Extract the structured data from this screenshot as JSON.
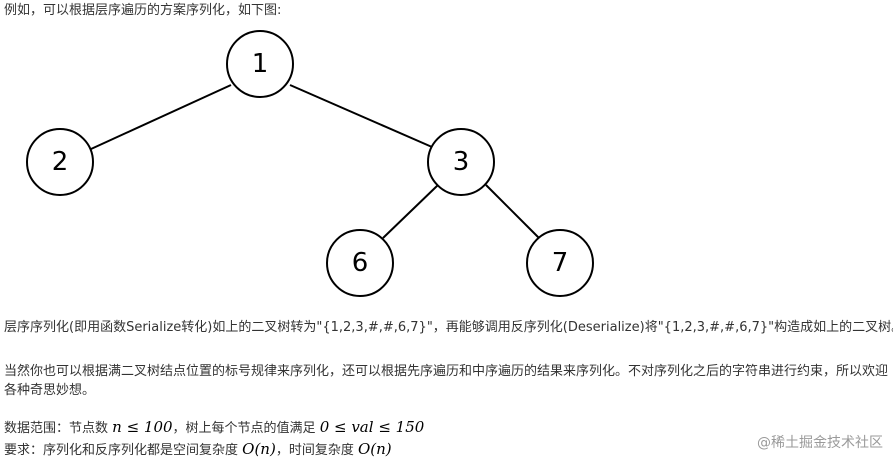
{
  "intro": "例如，可以根据层序遍历的方案序列化，如下图:",
  "tree": {
    "nodes": [
      {
        "id": "n1",
        "label": "1"
      },
      {
        "id": "n2",
        "label": "2"
      },
      {
        "id": "n3",
        "label": "3"
      },
      {
        "id": "n6",
        "label": "6"
      },
      {
        "id": "n7",
        "label": "7"
      }
    ],
    "edges": [
      [
        "n1",
        "n2"
      ],
      [
        "n1",
        "n3"
      ],
      [
        "n3",
        "n6"
      ],
      [
        "n3",
        "n7"
      ]
    ]
  },
  "para1": "层序序列化(即用函数Serialize转化)如上的二叉树转为\"{1,2,3,#,#,6,7}\"，再能够调用反序列化(Deserialize)将\"{1,2,3,#,#,6,7}\"构造成如上的二叉树。",
  "para2": "当然你也可以根据满二叉树结点位置的标号规律来序列化，还可以根据先序遍历和中序遍历的结果来序列化。不对序列化之后的字符串进行约束，所以欢迎各种奇思妙想。",
  "range": {
    "prefix": "数据范围：节点数 ",
    "math1": "n ≤ 100",
    "middle": "，树上每个节点的值满足 ",
    "math2": "0 ≤ val ≤ 150"
  },
  "requirement": {
    "prefix": "要求：序列化和反序列化都是空间复杂度 ",
    "math1": "O(n)",
    "middle": "，时间复杂度 ",
    "math2": "O(n)"
  },
  "watermark": "@稀土掘金技术社区"
}
